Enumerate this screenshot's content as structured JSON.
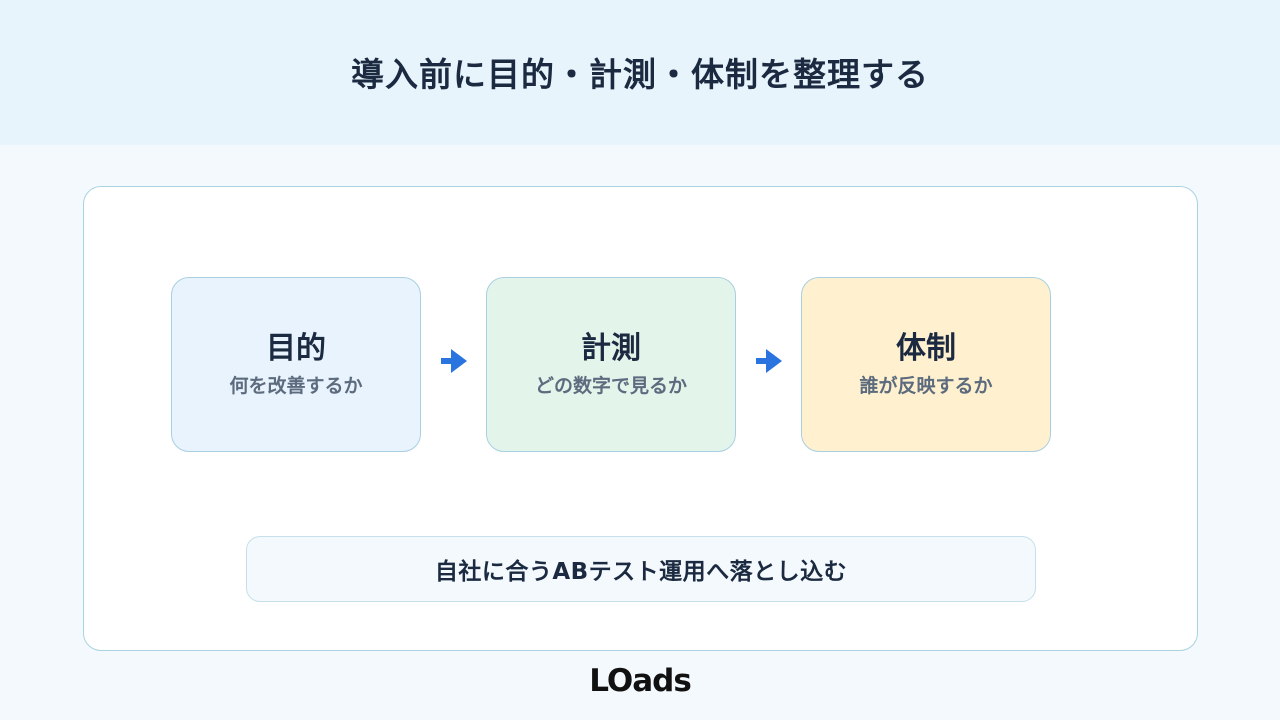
{
  "header": {
    "title": "導入前に目的・計測・体制を整理する"
  },
  "steps": [
    {
      "title": "目的",
      "subtitle": "何を改善するか",
      "bg": "#e8f3fd"
    },
    {
      "title": "計測",
      "subtitle": "どの数字で見るか",
      "bg": "#e3f5eb"
    },
    {
      "title": "体制",
      "subtitle": "誰が反映するか",
      "bg": "#fff1cf"
    }
  ],
  "arrow_color": "#2a74e0",
  "summary": {
    "text": "自社に合うABテスト運用へ落とし込む"
  },
  "logo": {
    "text": "LOads"
  }
}
